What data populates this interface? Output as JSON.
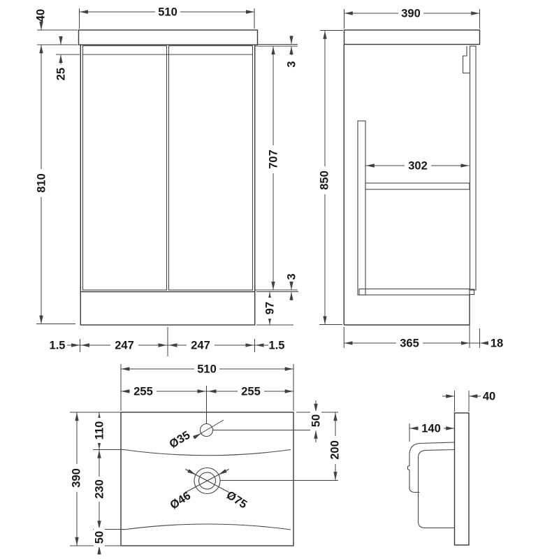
{
  "drawing_type": "vanity-unit-technical-drawing",
  "colors": {
    "line": "#383838",
    "dimension_line": "#414141",
    "text": "#171717",
    "background": "#ffffff"
  },
  "front": {
    "counter_thickness": "40",
    "width": "510",
    "recess": "25",
    "top_gap": "3",
    "door_height": "707",
    "height": "810",
    "bottom_gap": "3",
    "plinth_height": "97",
    "gap_left": "1.5",
    "door_left": "247",
    "door_right": "247",
    "gap_right": "1.5"
  },
  "side": {
    "depth": "390",
    "height": "850",
    "internal_depth": "302",
    "body_depth": "365",
    "door_thickness": "18"
  },
  "plan": {
    "width": "510",
    "half_left": "255",
    "half_right": "255",
    "tap_offset": "50",
    "tap_hole": "Ø35",
    "front_rim": "110",
    "depth": "390",
    "bowl_span": "230",
    "back_rim": "50",
    "waste_offset": "200",
    "waste_inner": "Ø46",
    "waste_outer": "Ø75"
  },
  "profile": {
    "rim_height": "40",
    "bowl_depth": "140"
  }
}
